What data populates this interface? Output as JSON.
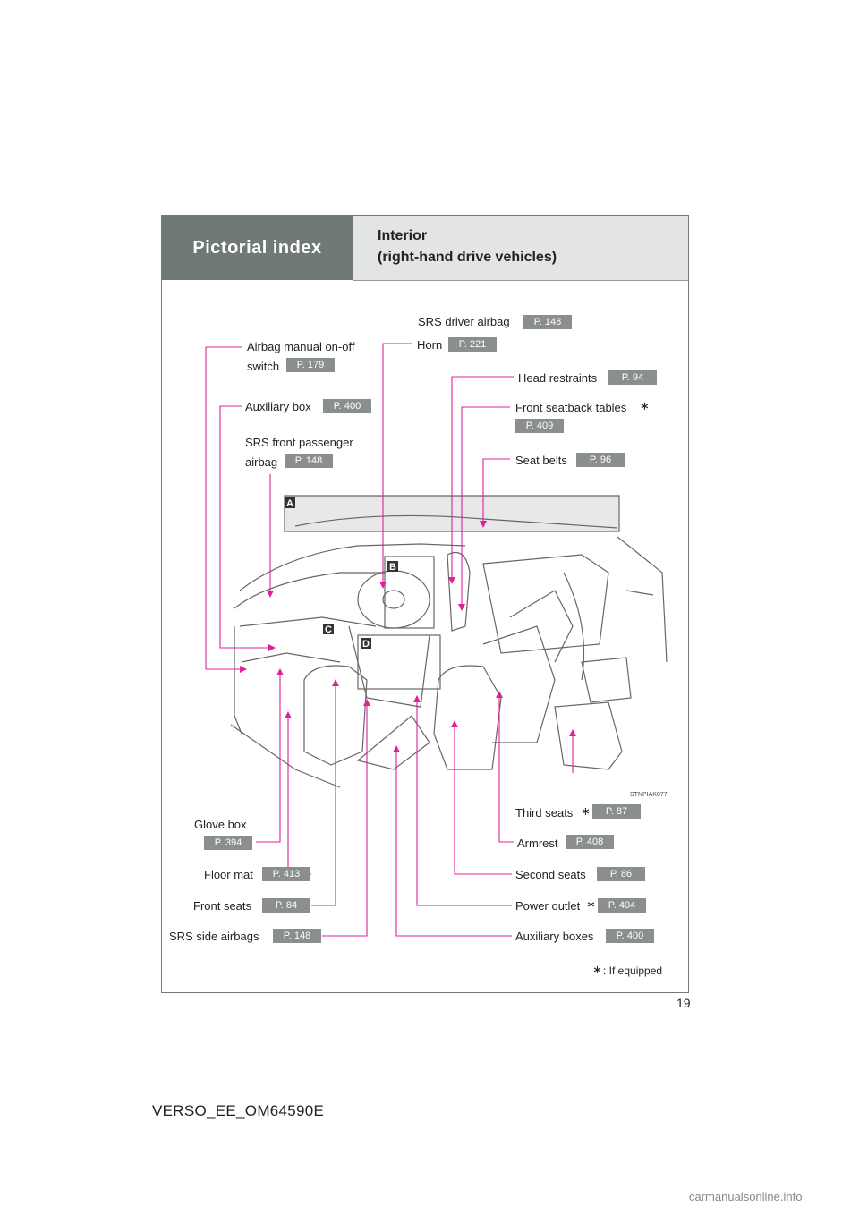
{
  "header": {
    "section": "Pictorial index",
    "title_line1": "Interior",
    "title_line2": "(right-hand drive vehicles)"
  },
  "labels": {
    "srs_driver_airbag": {
      "text": "SRS driver airbag",
      "page": "P. 148"
    },
    "horn": {
      "text": "Horn",
      "page": "P. 221"
    },
    "airbag_switch_line1": "Airbag manual on-off",
    "airbag_switch_line2": {
      "text": "switch",
      "page": "P. 179"
    },
    "head_restraints": {
      "text": "Head restraints",
      "page": "P. 94"
    },
    "auxiliary_box": {
      "text": "Auxiliary box",
      "page": "P. 400"
    },
    "front_seatback_tables": {
      "text": "Front seatback tables",
      "page": "P. 409"
    },
    "srs_front_passenger_line1": "SRS front passenger",
    "srs_front_passenger_line2": {
      "text": "airbag",
      "page": "P. 148"
    },
    "seat_belts": {
      "text": "Seat belts",
      "page": "P. 96"
    },
    "third_seats": {
      "text": "Third seats",
      "page": "P. 87"
    },
    "glove_box": {
      "text": "Glove box",
      "page": "P. 394"
    },
    "armrest": {
      "text": "Armrest",
      "page": "P. 408"
    },
    "floor_mat": {
      "text": "Floor mat",
      "page": "P. 413"
    },
    "second_seats": {
      "text": "Second seats",
      "page": "P. 86"
    },
    "front_seats": {
      "text": "Front seats",
      "page": "P. 84"
    },
    "power_outlet": {
      "text": "Power outlet",
      "page": "P. 404"
    },
    "srs_side_airbags": {
      "text": "SRS side airbags",
      "page": "P. 148"
    },
    "auxiliary_boxes": {
      "text": "Auxiliary boxes",
      "page": "P. 400"
    }
  },
  "inset_letters": [
    "A",
    "B",
    "C",
    "D"
  ],
  "image_code": "STNPIAK077",
  "asterisk": "∗",
  "footnote": ": If equipped",
  "page_number": "19",
  "footer": "VERSO_EE_OM64590E",
  "watermark": "carmanualsonline.info",
  "colors": {
    "callout": "#e0209a",
    "header_dark": "#6f7a76",
    "page_badge": "#8a8f8d"
  }
}
